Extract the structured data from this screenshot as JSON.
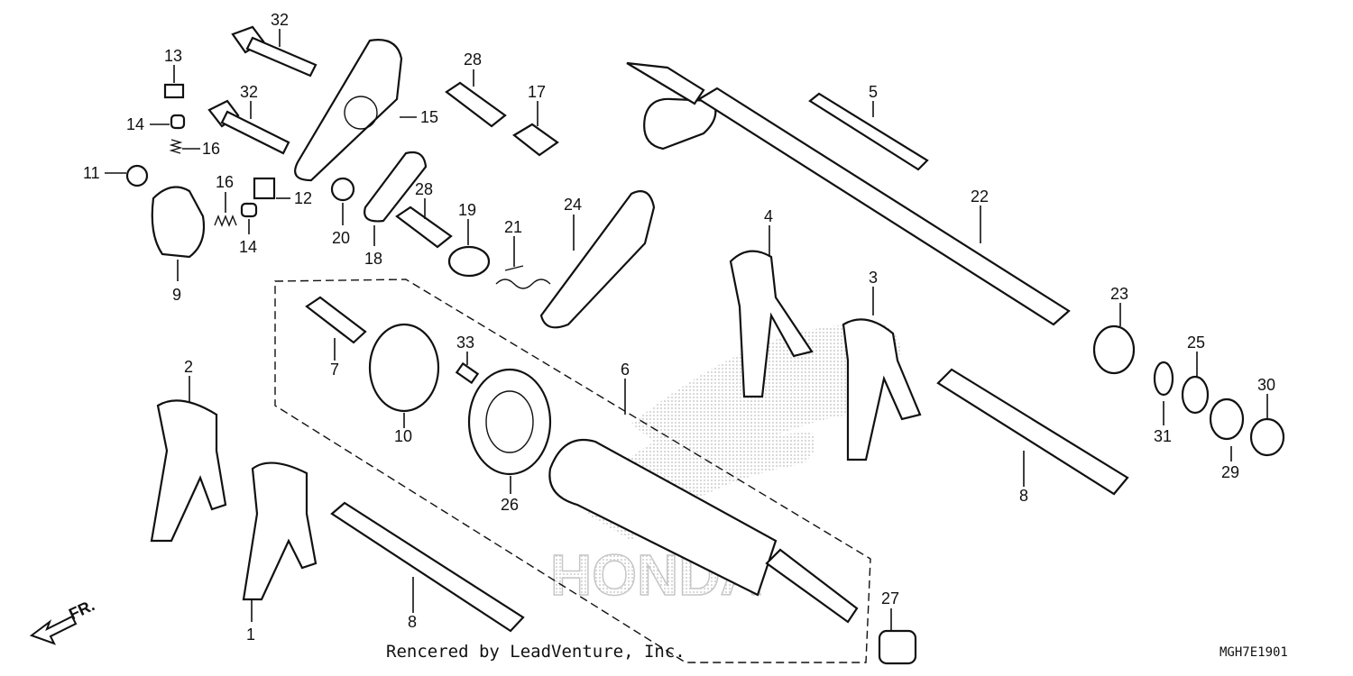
{
  "diagram": {
    "part_numbers": [
      "1",
      "2",
      "3",
      "4",
      "5",
      "6",
      "7",
      "8",
      "8",
      "9",
      "10",
      "11",
      "12",
      "13",
      "14",
      "14",
      "15",
      "16",
      "16",
      "17",
      "18",
      "19",
      "20",
      "21",
      "22",
      "23",
      "24",
      "25",
      "26",
      "27",
      "28",
      "28",
      "29",
      "30",
      "31",
      "32",
      "32",
      "33"
    ],
    "direction_label": "FR.",
    "credit": "Rencered by LeadVenture, Inc.",
    "diagram_code": "MGH7E1901",
    "watermark_text": "HONDA",
    "colors": {
      "ink": "#111111",
      "background": "#ffffff",
      "watermark": "#9a9a9a"
    }
  }
}
